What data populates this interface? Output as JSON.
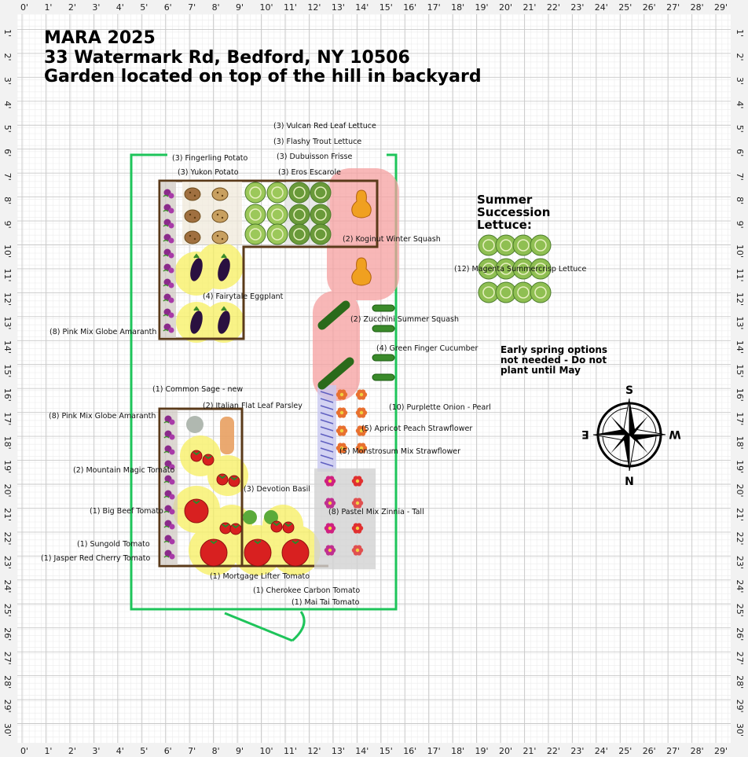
{
  "title": {
    "line1": "MARA 2025",
    "line2": "33 Watermark Rd, Bedford, NY 10506",
    "line3": "Garden located on top of the hill in backyard"
  },
  "ruler": {
    "ticks": [
      "0'",
      "1'",
      "2'",
      "3'",
      "4'",
      "5'",
      "6'",
      "7'",
      "8'",
      "9'",
      "10'",
      "11'",
      "12'",
      "13'",
      "14'",
      "15'",
      "16'",
      "17'",
      "18'",
      "19'",
      "20'",
      "21'",
      "22'",
      "23'",
      "24'",
      "25'",
      "26'",
      "27'",
      "28'",
      "29'"
    ],
    "vticks": [
      "1'",
      "2'",
      "3'",
      "4'",
      "5'",
      "6'",
      "7'",
      "8'",
      "9'",
      "10'",
      "11'",
      "12'",
      "13'",
      "14'",
      "15'",
      "16'",
      "17'",
      "18'",
      "19'",
      "20'",
      "21'",
      "22'",
      "23'",
      "24'",
      "25'",
      "26'",
      "27'",
      "28'",
      "29'",
      "30'"
    ]
  },
  "plants": {
    "vulcan": "(3) Vulcan Red Leaf Lettuce",
    "flashy": "(3) Flashy Trout Lettuce",
    "dubuisson": "(3) Dubuisson Frisse",
    "fingerling": "(3) Fingerling Potato",
    "yukon": "(3) Yukon Potato",
    "escarole": "(3) Eros Escarole",
    "koginut": "(2) Koginut Winter Squash",
    "eggplant": "(4) Fairytale Eggplant",
    "amaranth1": "(8) Pink Mix Globe Amaranth",
    "zucchini": "(2) Zucchini Summer Squash",
    "cucumber": "(4) Green Finger Cucumber",
    "sage": "(1) Common Sage - new",
    "onion": "(10) Purplette Onion - Pearl",
    "amaranth2": "(8) Pink Mix Globe Amaranth",
    "parsley": "(2) Italian Flat Leaf Parsley",
    "apricot": "(5) Apricot Peach Strawflower",
    "monstrosum": "(5) Monstrosum Mix Strawflower",
    "mountain": "(2) Mountain Magic Tomato",
    "basil": "(3) Devotion Basil",
    "bigbeef": "(1) Big Beef Tomato",
    "zinnia": "(8) Pastel Mix Zinnia - Tall",
    "sungold": "(1) Sungold Tomato",
    "jasper": "(1) Jasper Red Cherry Tomato",
    "mortgage": "(1) Mortgage Lifter Tomato",
    "cherokee": "(1) Cherokee Carbon Tomato",
    "maitai": "(1) Mai Tai Tomato",
    "magenta": "(12) Magenta Summercrisp Lettuce"
  },
  "notes": {
    "succession1": "Summer",
    "succession2": "Succession",
    "succession3": "Lettuce:",
    "early1": "Early spring options",
    "early2": "not needed - Do not",
    "early3": "plant until May"
  },
  "compass": {
    "top": "S",
    "bottom": "N",
    "left": "E",
    "right": "W"
  },
  "colors": {
    "fence": "#1ec45a",
    "bed": "#5a3a1a",
    "highlight_yellow": "#f7f060",
    "highlight_pink": "#f6a0a0",
    "grid": "#d8d8d8"
  }
}
